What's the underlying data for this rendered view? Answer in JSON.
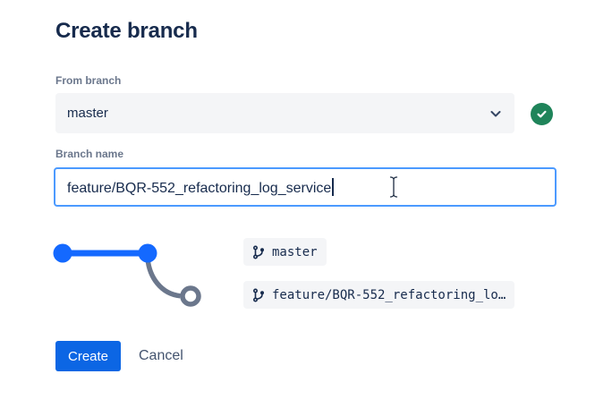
{
  "title": "Create branch",
  "colors": {
    "accent_blue": "#0C66E4",
    "graph_blue": "#1469FF",
    "graph_gray": "#6B778C",
    "success_green": "#1F845A",
    "focus_border": "#4C9AFF",
    "field_bg": "#F4F5F7",
    "text_navy": "#172B4D",
    "label_gray": "#6B778C",
    "cancel_gray": "#44546F"
  },
  "from_branch": {
    "label": "From branch",
    "selected_value": "master",
    "chevron_icon": "chevron-down",
    "status_icon": "check-circle"
  },
  "branch_name": {
    "label": "Branch name",
    "value": "feature/BQR-552_refactoring_log_service"
  },
  "graph": {
    "icon": "git-branch",
    "labels": [
      {
        "icon": "git-branch",
        "text": "master"
      },
      {
        "icon": "git-branch",
        "text": "feature/BQR-552_refactoring_lo…"
      }
    ]
  },
  "actions": {
    "create_label": "Create",
    "cancel_label": "Cancel"
  },
  "cursor": {
    "type": "i-beam"
  }
}
